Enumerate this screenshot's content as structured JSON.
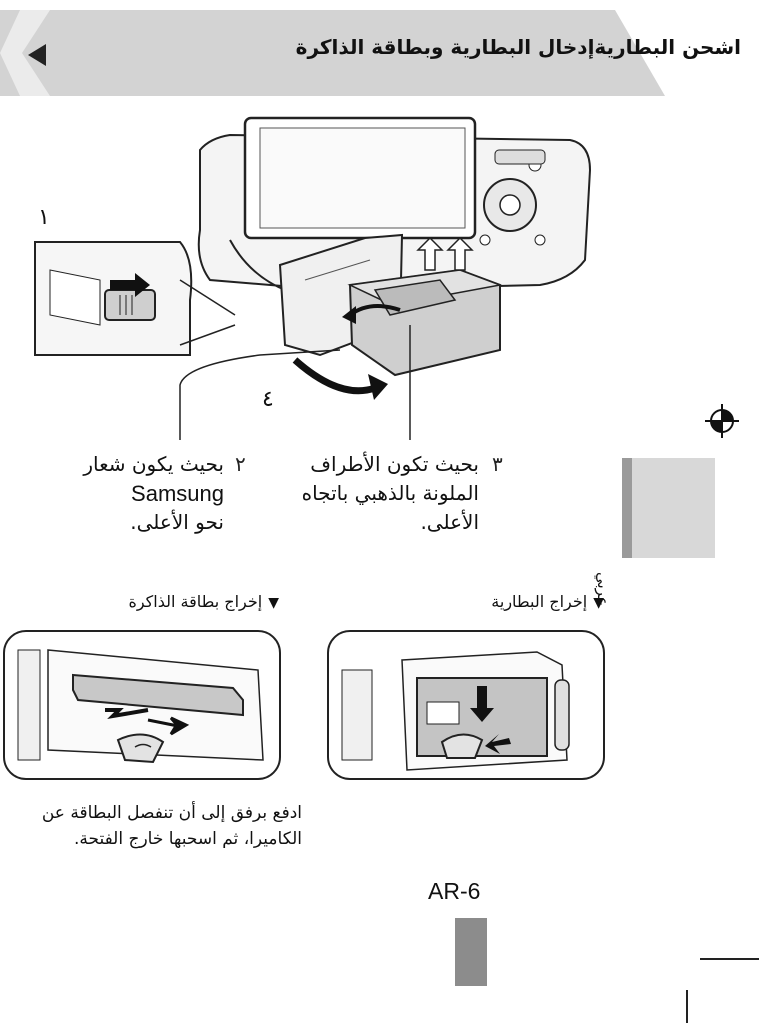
{
  "header": {
    "title": "اشحن البطاريةإدخال البطارية وبطاقة الذاكرة"
  },
  "figure_main": {
    "callout_1": "١",
    "callout_4": "٤"
  },
  "steps": [
    {
      "number": "٢",
      "lines": [
        "بحيث يكون شعار",
        "Samsung",
        "نحو الأعلى."
      ]
    },
    {
      "number": "٣",
      "lines": [
        "بحيث تكون الأطراف",
        "الملونة بالذهبي باتجاه",
        "الأعلى."
      ]
    }
  ],
  "sections": {
    "remove_card": {
      "title": "إخراج بطاقة الذاكرة"
    },
    "remove_battery": {
      "title": "إخراج البطارية"
    }
  },
  "card_caption": {
    "lines": [
      "ادفع برفق إلى أن تنفصل البطاقة عن",
      "الكاميرا، ثم اسحبها خارج الفتحة."
    ]
  },
  "side_tab": {
    "label": "عربي"
  },
  "page": {
    "number": "AR-6"
  },
  "colors": {
    "banner": "#d3d3d3",
    "tab": "#d8d8d8",
    "tab_bar": "#9a9a9a",
    "page_bar": "#8c8c8c"
  }
}
